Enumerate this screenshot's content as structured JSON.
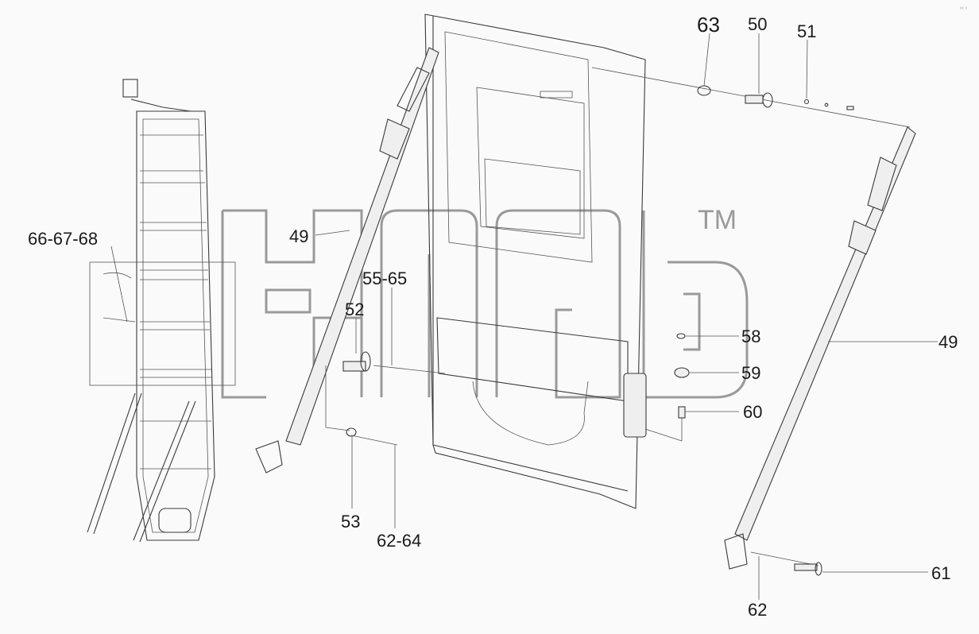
{
  "watermark": {
    "tm": "TM"
  },
  "callouts": {
    "c63": "63",
    "c50": "50",
    "c51": "51",
    "c49_left": "49",
    "c49_right": "49",
    "c66_68": "66-67-68",
    "c55_65": "55-65",
    "c52": "52",
    "c58": "58",
    "c59": "59",
    "c60": "60",
    "c53": "53",
    "c62_64": "62-64",
    "c61": "61",
    "c62": "62"
  },
  "corner_mark": "‹‹ ›"
}
